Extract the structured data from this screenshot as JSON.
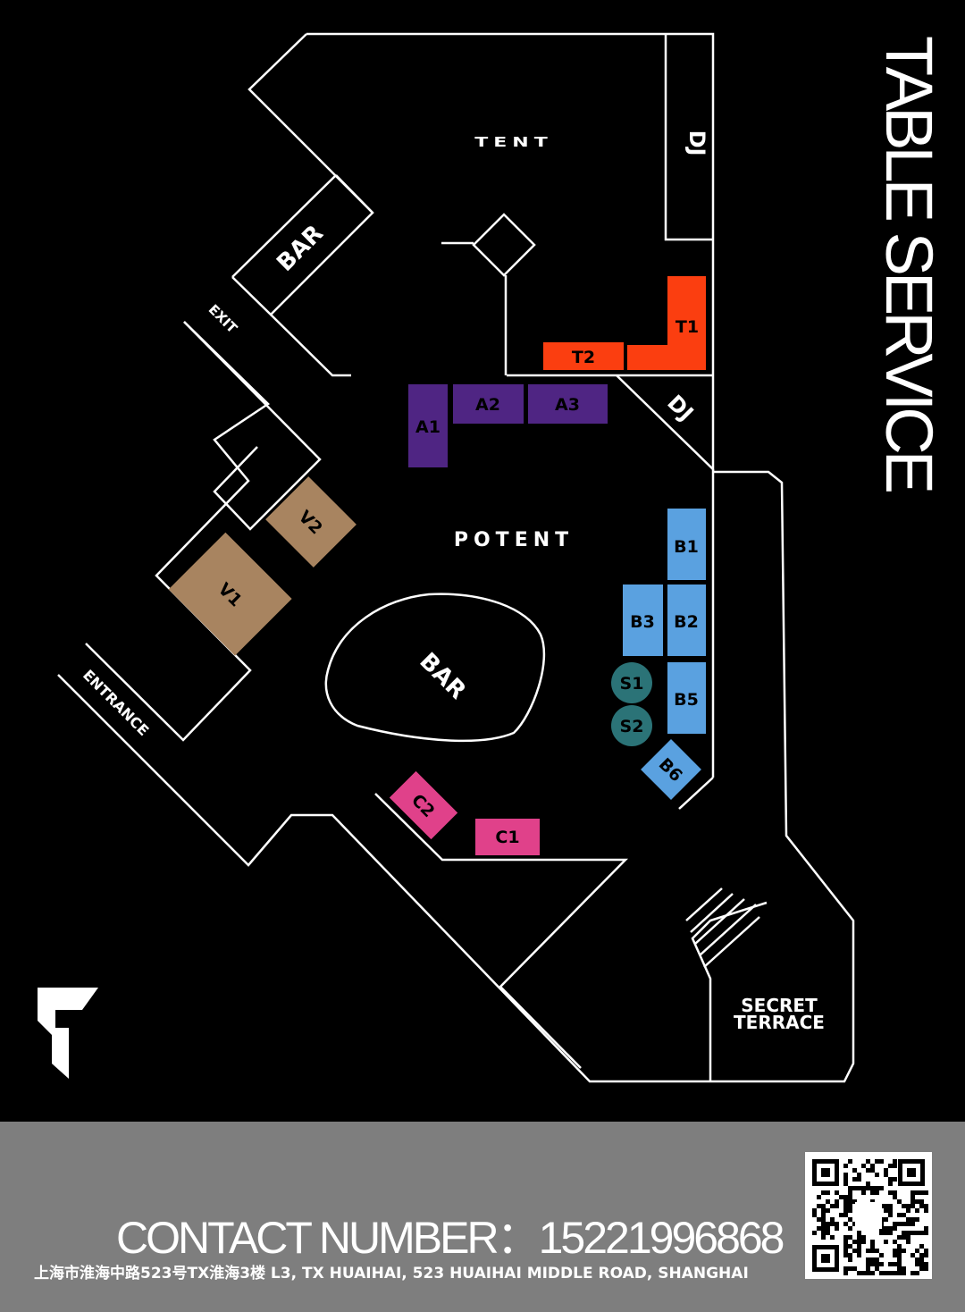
{
  "title": "TABLE SERVICE",
  "zones": {
    "tent": "TENT",
    "potent": "POTENT",
    "secret_terrace_line1": "SECRET",
    "secret_terrace_line2": "TERRACE",
    "bar_upper": "BAR",
    "bar_center": "BAR",
    "dj_top": "DJ",
    "dj_mid": "DJ",
    "exit": "EXIT",
    "entrance": "ENTRANCE"
  },
  "tables": {
    "T1": "T1",
    "T2": "T2",
    "A1": "A1",
    "A2": "A2",
    "A3": "A3",
    "V1": "V1",
    "V2": "V2",
    "B1": "B1",
    "B2": "B2",
    "B3": "B3",
    "B5": "B5",
    "B6": "B6",
    "S1": "S1",
    "S2": "S2",
    "C1": "C1",
    "C2": "C2"
  },
  "colors": {
    "T": "#fb3e10",
    "A": "#4f2583",
    "V": "#a88460",
    "B": "#5aa1e0",
    "S": "#2b7377",
    "C": "#e0418a",
    "line": "#ffffff",
    "footer": "#7e7e7e"
  },
  "footer": {
    "contact": "CONTACT NUMBER：15221996868",
    "address": "上海市淮海中路523号TX淮海3楼  L3, TX HUAIHAI, 523 HUAIHAI MIDDLE ROAD, SHANGHAI"
  },
  "icons": {
    "logo": "brand-logo-icon",
    "qr": "qr-code-icon"
  }
}
